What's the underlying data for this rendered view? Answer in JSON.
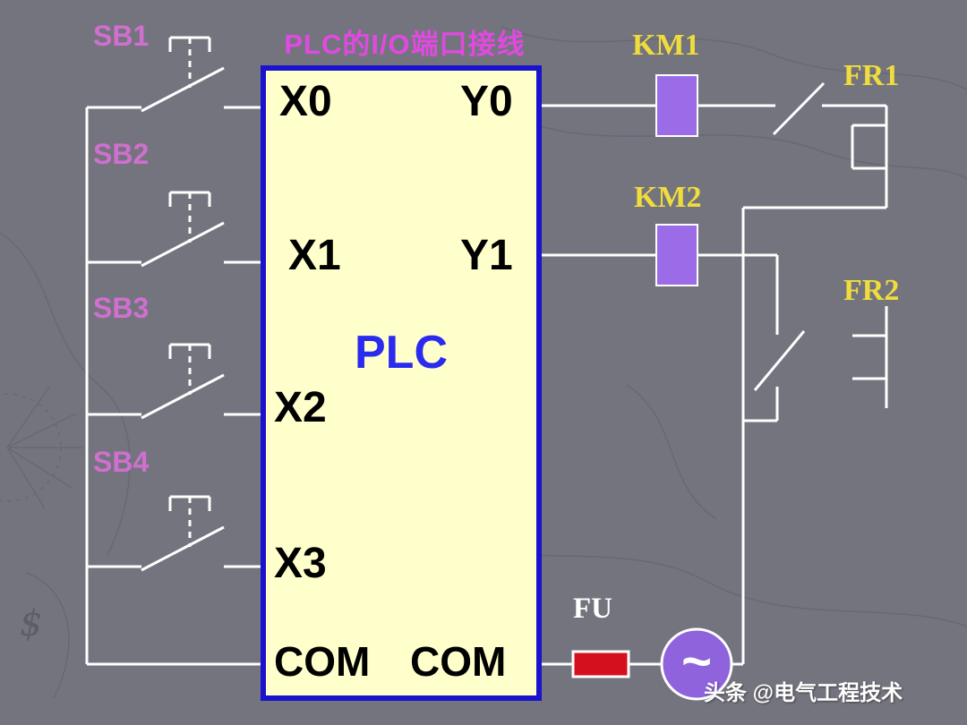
{
  "page": {
    "background": "#74747E",
    "watermark": "头条 @电气工程技术"
  },
  "title": {
    "text": "PLC的I/O端口接线",
    "color": "#E04AE0"
  },
  "wire_color": "#FFFFFF",
  "plc": {
    "name": "PLC",
    "name_color": "#2B2BF0",
    "fill": "#FFFFCC",
    "border": "#1A12CC",
    "ports": {
      "x0": "X0",
      "y0": "Y0",
      "x1": "X1",
      "y1": "Y1",
      "x2": "X2",
      "x3": "X3",
      "com_left": "COM",
      "com_right": "COM"
    }
  },
  "push_buttons": {
    "label_color": "#D06FD0",
    "items": [
      {
        "label": "SB1"
      },
      {
        "label": "SB2"
      },
      {
        "label": "SB3"
      },
      {
        "label": "SB4"
      }
    ]
  },
  "contactor_coils": {
    "label_color": "#F0DC3C",
    "fill": "#9C6CE8",
    "items": [
      {
        "label": "KM1"
      },
      {
        "label": "KM2"
      }
    ]
  },
  "thermal_relays": {
    "label_color": "#F0DC3C",
    "items": [
      {
        "label": "FR1"
      },
      {
        "label": "FR2"
      }
    ]
  },
  "fuse": {
    "label": "FU",
    "label_color": "#FFFFFF",
    "fill": "#D5101E"
  },
  "ac_source": {
    "symbol": "~",
    "fill": "#8F63DC"
  }
}
